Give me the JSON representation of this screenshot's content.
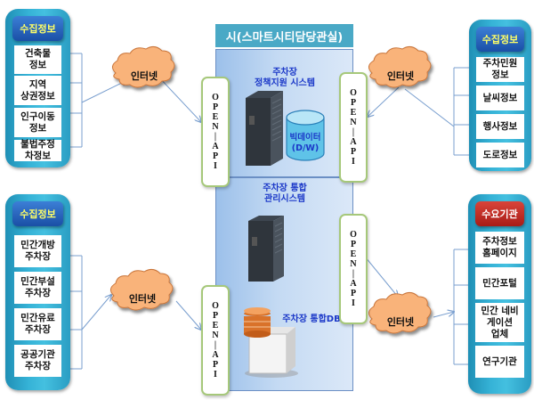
{
  "center": {
    "title": "시(스마트시티담당관실)",
    "policy_system_label": "주차장\n정책지원 시스템",
    "bigdata_label": "빅데이터\n(D/W)",
    "integrated_mgmt_label": "주차장 통합\n관리시스템",
    "integrated_db_label": "주차장 통합DB"
  },
  "open_api": {
    "letters": [
      "O",
      "P",
      "E",
      "N",
      "|",
      "A",
      "P",
      "I"
    ]
  },
  "clouds": {
    "label": "인터넷"
  },
  "panels": {
    "top_left": {
      "header": "수집정보",
      "items": [
        "건축물\n정보",
        "지역\n상권정보",
        "인구이동\n정보",
        "불법주정\n차정보"
      ]
    },
    "top_right": {
      "header": "수집정보",
      "items": [
        "주차민원\n정보",
        "날씨정보",
        "행사정보",
        "도로정보"
      ]
    },
    "bottom_left": {
      "header": "수집정보",
      "items": [
        "민간개방\n주차장",
        "민간부설\n주차장",
        "민간유료\n주차장",
        "공공기관\n주차장"
      ]
    },
    "bottom_right": {
      "header": "수요기관",
      "items": [
        "주차정보\n홈페이지",
        "민간포털",
        "민간 네비\n게이션\n업체",
        "연구기관"
      ]
    }
  },
  "colors": {
    "panel_cyan": "#35b2d6",
    "header_blue": "#1a4fa6",
    "header_red": "#a81c17",
    "cloud_orange": "#f9b37a",
    "link_red": "#c0504d",
    "arrow_blue": "#7a9fcf",
    "system_text_blue": "#1b38c8"
  }
}
